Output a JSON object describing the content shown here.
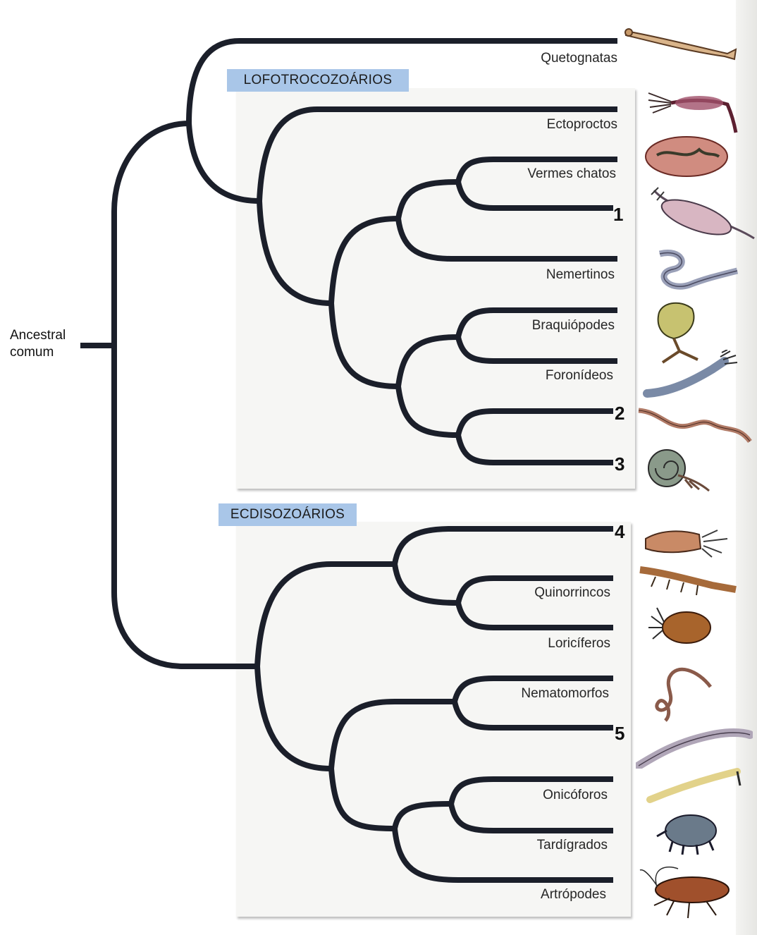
{
  "root": {
    "line1": "Ancestral",
    "line2": "comum"
  },
  "groups": {
    "lophotrochozoa": "LOFOTROCOZOÁRIOS",
    "ecdysozoa": "ECDISOZOÁRIOS"
  },
  "taxa": {
    "quetognatas": "Quetognatas",
    "ectoproctos": "Ectoproctos",
    "vermes_chatos": "Vermes chatos",
    "nemertinos": "Nemertinos",
    "braquiopodes": "Braquiópodes",
    "foronideos": "Foronídeos",
    "quinorrincos": "Quinorrincos",
    "loriciferos": "Loricíferos",
    "nematomorfos": "Nematomorfos",
    "onicoforos": "Onicóforos",
    "tardigrados": "Tardígrados",
    "artropodes": "Artrópodes"
  },
  "numbers": {
    "n1": "1",
    "n2": "2",
    "n3": "3",
    "n4": "4",
    "n5": "5"
  },
  "icons": [
    "arrow-worm-icon",
    "bryozoan-icon",
    "flatworm-icon",
    "rotifer-icon",
    "ribbon-worm-icon",
    "brachiopod-icon",
    "phoronid-icon",
    "earthworm-icon",
    "snail-icon",
    "priapulid-icon",
    "kinorhynch-icon",
    "loricifer-icon",
    "horsehair-worm-icon",
    "nematode-icon",
    "velvet-worm-icon",
    "tardigrade-icon",
    "cockroach-icon"
  ],
  "colors": {
    "branch": "#1b1f2a",
    "group_label_bg": "#a9c6e8",
    "panel_bg": "#f6f6f4"
  }
}
